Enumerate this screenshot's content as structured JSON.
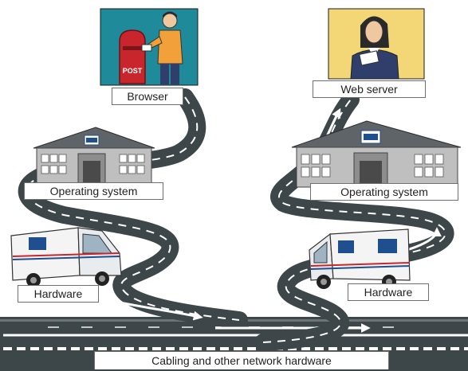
{
  "labels": {
    "browser": "Browser",
    "web_server": "Web server",
    "os_left": "Operating system",
    "os_right": "Operating system",
    "hardware_left": "Hardware",
    "hardware_right": "Hardware",
    "cabling": "Cabling and other network hardware"
  },
  "mailbox_text": "POST",
  "colors": {
    "browser_panel": "#1f8a9a",
    "web_server_panel": "#f3d777",
    "road": "#3d4649",
    "mailbox": "#c8262c",
    "usps_blue": "#1f4f8f"
  }
}
